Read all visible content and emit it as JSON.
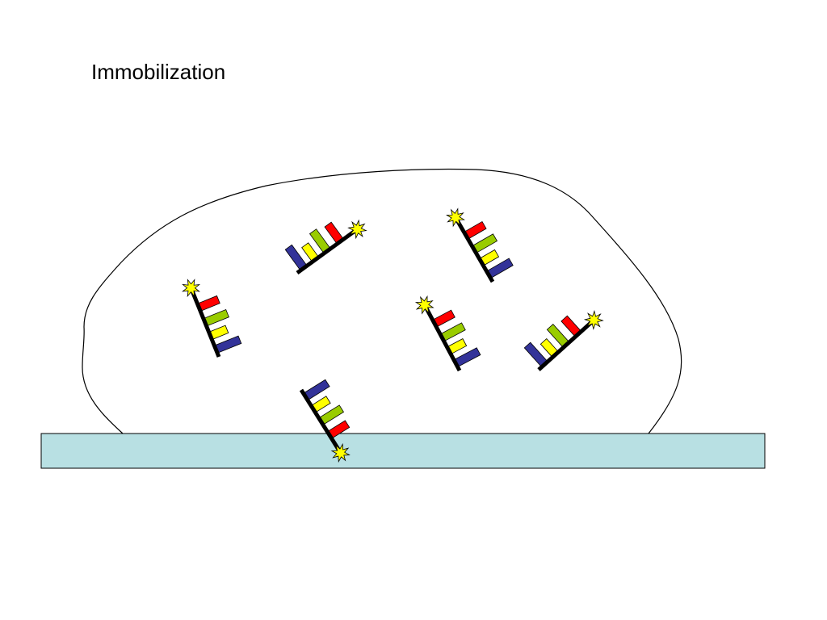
{
  "slide": {
    "title": "Immobilization"
  },
  "colors": {
    "background": "#ffffff",
    "substrate_fill": "#b8e0e3",
    "outline": "#000000",
    "probe_backbone": "#000000",
    "fluorophore": "#ffff00",
    "bases": [
      "#ff0000",
      "#99cc00",
      "#ffff00",
      "#333399"
    ]
  },
  "diagram": {
    "elements": [
      "droplet",
      "substrate",
      "probe",
      "probe",
      "probe",
      "probe",
      "probe",
      "probe"
    ],
    "probe_count": 6,
    "bases_per_probe": 4
  }
}
